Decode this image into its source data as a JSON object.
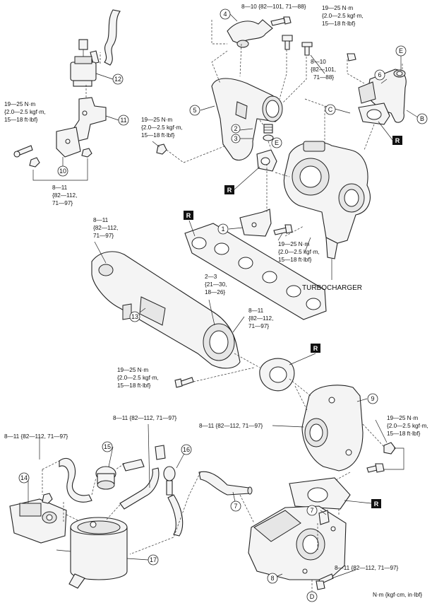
{
  "callouts": {
    "c1": "1",
    "c2": "2",
    "c3": "3",
    "c4": "4",
    "c5": "5",
    "c6": "6",
    "c7a": "7",
    "c7b": "7",
    "c8": "8",
    "c9": "9",
    "c10": "10",
    "c11": "11",
    "c12": "12",
    "c13": "13",
    "c14": "14",
    "c15": "15",
    "c16": "16",
    "c17": "17"
  },
  "refs": {
    "B": "B",
    "C": "C",
    "D": "D",
    "E1": "E",
    "E2": "E"
  },
  "replace_mark": "R",
  "turbocharger_label": "TURBOCHARGER",
  "units_note": "N·m {kgf·cm, in·lbf}",
  "torques": {
    "t1": [
      "8—10 {82—101, 71—88}"
    ],
    "t2": [
      "19—25 N·m",
      "{2.0—2.5 kgf·m,",
      "15—18 ft·lbf}"
    ],
    "t3": [
      "8—10",
      "{82—101,",
      "71—88}"
    ],
    "t4": [
      "19—25 N·m",
      "{2.0—2.5 kgf·m,",
      "15—18 ft·lbf}"
    ],
    "t5": [
      "19—25 N·m",
      "{2.0—2.5 kgf·m,",
      "15—18 ft·lbf}"
    ],
    "t6": [
      "8—11",
      "{82—112,",
      "71—97}"
    ],
    "t7": [
      "8—11",
      "{82—112,",
      "71—97}"
    ],
    "t8": [
      "19—25 N·m",
      "{2.0—2.5 kgf·m,",
      "15—18 ft·lbf}"
    ],
    "t9": [
      "2—3",
      "{21—30,",
      "18—26}"
    ],
    "t10": [
      "8—11",
      "{82—112,",
      "71—97}"
    ],
    "t11": [
      "19—25 N·m",
      "{2.0—2.5 kgf·m,",
      "15—18 ft·lbf}"
    ],
    "t12": [
      "8—11 {82—112, 71—97}"
    ],
    "t13": [
      "8—11 {82—112, 71—97}"
    ],
    "t14": [
      "8—11 {82—112, 71—97}"
    ],
    "t15": [
      "19—25 N·m",
      "{2.0—2.5 kgf·m,",
      "15—18 ft·lbf}"
    ],
    "t16": [
      "8—11 {82—112, 71—97}"
    ]
  }
}
